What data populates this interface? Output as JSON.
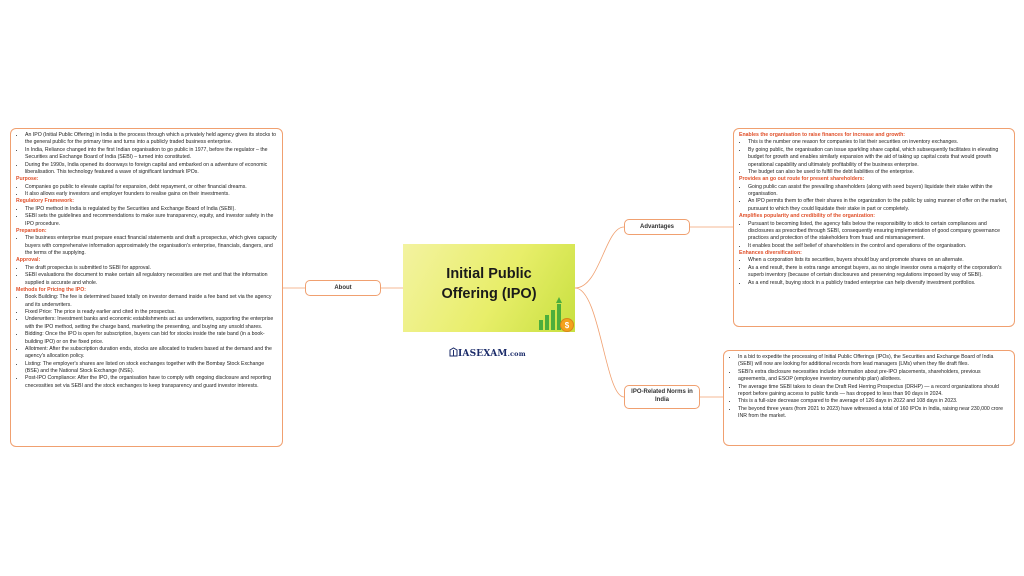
{
  "center": {
    "title_line1": "Initial Public",
    "title_line2": "Offering (IPO)"
  },
  "brand": {
    "icon": "ias-emblem-icon",
    "name": "IASEXAM",
    "suffix": ".com"
  },
  "colors": {
    "accent": "#e0502a",
    "border": "#f0a070",
    "center_bg": "#e8ee6a"
  },
  "nodes": {
    "about": "About",
    "advantages": "Advantages",
    "norms": "IPO-Related Norms in India"
  },
  "about": {
    "intro": [
      "An IPO (Initial Public Offering) in India is the process through which a privately held agency gives its stocks to the general public for the primary time and turns into a publicly traded business enterprise.",
      "In India, Reliance changed into the first Indian organisation to go public in 1977, before the regulator – the Securities and Exchange Board of India (SEBI) – turned into constituted.",
      "During the 1990s, India opened its doorways to foreign capital and embarked on a adventure of economic liberalisation. This technology featured a wave of significant landmark IPOs."
    ],
    "sections": [
      {
        "heading": "Purpose:",
        "items": [
          "Companies go public to elevate capital for expansion, debt repayment, or other financial dreams.",
          "It also allows early investors and employer founders to realise gains on their investments."
        ]
      },
      {
        "heading": "Regulatory Framework:",
        "items": [
          "The IPO method in India is regulated by the Securities and Exchange Board of India (SEBI).",
          "SEBI sets the guidelines and recommendations to make sure transparency, equity, and investor safety in the IPO procedure."
        ]
      },
      {
        "heading": "Preparation:",
        "items": [
          "The business enterprise must prepare exact financial statements and draft a prospectus, which gives capacity buyers with comprehensive information approximately the organisation's enterprise, financials, dangers, and the terms of the supplying."
        ]
      },
      {
        "heading": "Approval:",
        "items": [
          "The draft prospectus is submitted to SEBI for approval.",
          "SEBI evaluations the document to make certain all regulatory necessities are met and that the information supplied is accurate and whole."
        ]
      },
      {
        "heading": "Methods for Pricing the IPO:",
        "items": [
          "Book Building: The fee is determined based totally on investor demand inside a fee band set via the agency and its underwriters.",
          "Fixed Price: The price is ready earlier and cited in the prospectus.",
          "Underwriters: Investment banks and economic establishments act as underwriters, supporting the enterprise with the IPO method, setting the charge band, marketing the presenting, and buying any unsold shares.",
          "Bidding: Once the IPO is open for subscription, buyers can bid for stocks inside the rate band (in a book-building IPO) or on the fixed price.",
          "Allotment: After the subscription duration ends, stocks are allocated to traders based at the demand and the agency's allocation policy.",
          "Listing: The employer's shares are listed on stock exchanges together with the Bombay Stock Exchange (BSE) and the National Stock Exchange (NSE).",
          "Post-IPO Compliance: After the IPO, the organisation have to comply with ongoing disclosure and reporting cnecessities set via SEBI and the stock exchanges to keep transparency and guard investor interests."
        ]
      }
    ]
  },
  "advantages": {
    "sections": [
      {
        "heading": "Enables the organisation to raise finances for increase and growth:",
        "items": [
          "This is the number one reason for companies to list their securities on inventory exchanges.",
          "By going public, the organisation can issue sparkling share capital, which subsequently facilitates in elevating budget for growth and enables similarly expansion with the aid of taking up capital costs that would growth operational capability and ultimately profitability of the business enterprise.",
          "The budget can also be used to fulfill the debt liabilities of the enterprise."
        ]
      },
      {
        "heading": "Provides an go out route for present shareholders:",
        "items": [
          "Going public can assist the prevailing shareholders (along with seed buyers) liquidate their stake within the organisation.",
          "An IPO permits them to offer their shares in the organization to the public by using manner of offer on the market, pursuant to which they could liquidate their stake in part or completely."
        ]
      },
      {
        "heading": "Amplifies popularity and credibility of the organization:",
        "items": [
          "Pursuant to becoming listed, the agency falls below the responsibility to stick to certain compliances and disclosures as prescribed through SEBI, consequently ensuring implementation of good company governance practices and protection of the stakeholders from fraud and mismanagement.",
          "It enables boost the self belief of shareholders in the control and operations of the organisation."
        ]
      },
      {
        "heading": "Enhances diversification:",
        "items": [
          "When a corporation lists its securities, buyers should buy and promote shares on an alternate.",
          "As a end result, there is extra range amongst buyers, as no single investor owns a majority of the corporation's superb inventory (because of certain disclosures and preserving regulations imposed by way of SEBI).",
          "As a end result, buying stock in a publicly traded enterprise can help diversify investment portfolios."
        ]
      }
    ]
  },
  "norms": {
    "items": [
      "In a bid to expedite the processing of Initial Public Offerings (IPOs), the Securities and Exchange Board of India (SEBI) will now are looking for additional records from lead managers (LMs) when they file draft files.",
      "SEBI's extra disclosure necessities include information about pre-IPO placements, shareholders, previous agreements, and ESOP (employee inventory ownership plan) allottees.",
      "The average time SEBI takes to clean the Draft Red Herring Prospectus (DRHP) — a record organizations should report before gaining access to public funds — has dropped to less than 90 days in 2024.",
      "This is a full-size decrease compared to the average of 126 days in 2022 and 108 days in 2023.",
      "The beyond three years (from 2021 to 2023) have witnessed a total of 160 IPOs in India, raising near 230,000 crore INR from the market."
    ]
  }
}
